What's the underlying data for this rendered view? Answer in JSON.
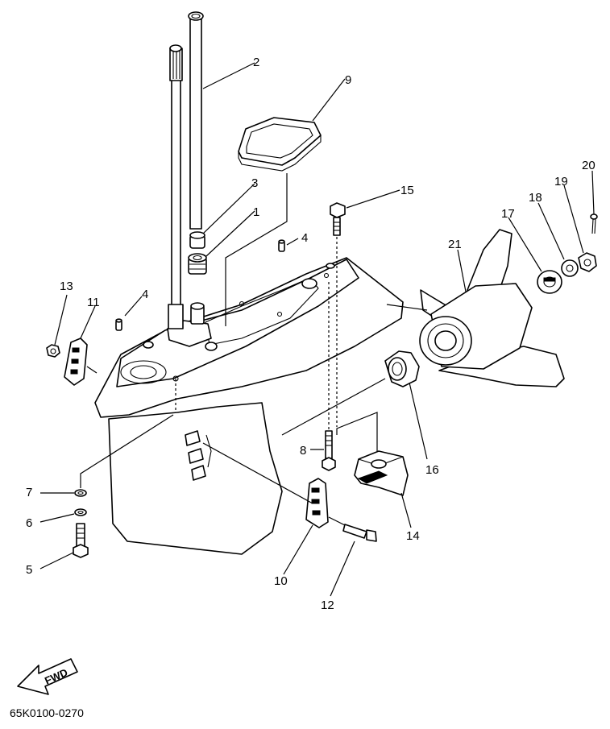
{
  "callouts": {
    "c1": "1",
    "c2": "2",
    "c3": "3",
    "c4a": "4",
    "c4b": "4",
    "c5": "5",
    "c6": "6",
    "c7": "7",
    "c8": "8",
    "c9": "9",
    "c10": "10",
    "c11": "11",
    "c12": "12",
    "c13": "13",
    "c14": "14",
    "c15": "15",
    "c16": "16",
    "c17": "17",
    "c18": "18",
    "c19": "19",
    "c20": "20",
    "c21": "21"
  },
  "fwd_label": "FWD",
  "diagram_code": "65K0100-0270",
  "colors": {
    "ink": "#000000",
    "paper": "#ffffff"
  },
  "icons": {
    "direction": "fwd-arrow-icon"
  }
}
